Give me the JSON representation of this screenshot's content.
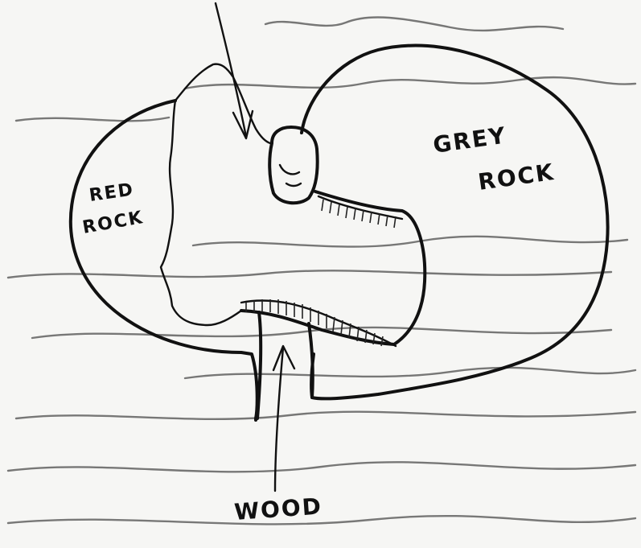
{
  "diagram": {
    "labels": {
      "red_rock_line1": "RED",
      "red_rock_line2": "ROCK",
      "grey_rock_line1": "GREY",
      "grey_rock_line2": "ROCK",
      "wood": "WOOD"
    },
    "colors": {
      "paper": "#f6f6f4",
      "ink": "#111111",
      "bleed_through": "#c9c9c9"
    }
  }
}
